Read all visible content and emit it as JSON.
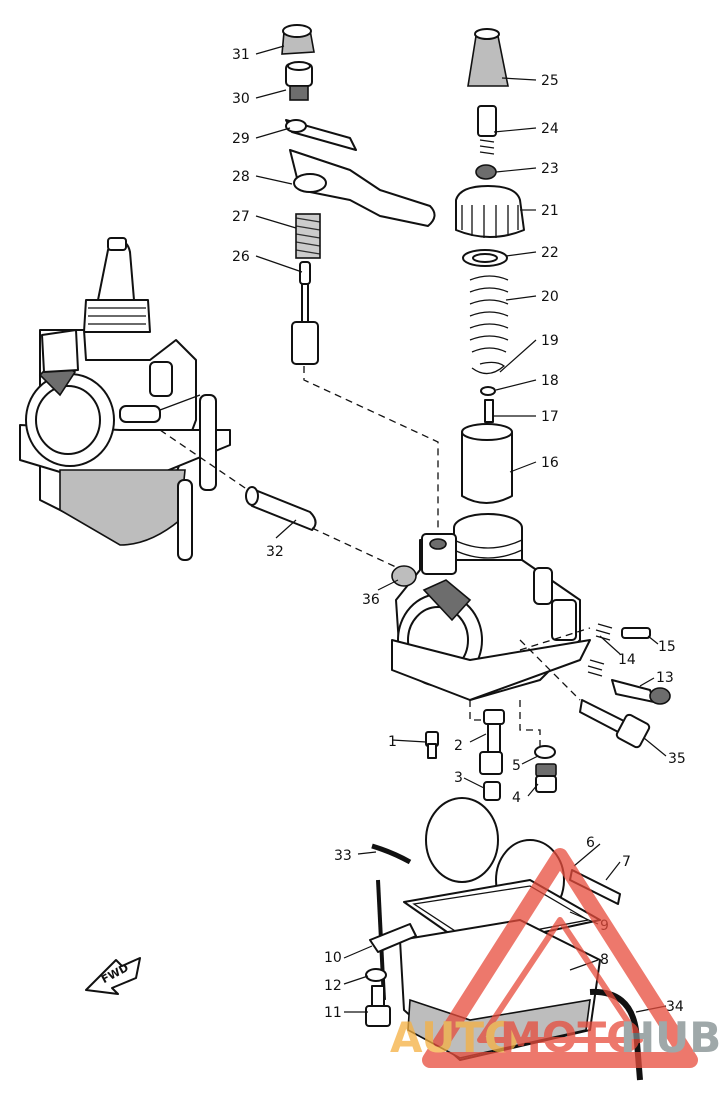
{
  "diagram": {
    "callouts": [
      {
        "id": "31",
        "label": "31"
      },
      {
        "id": "30",
        "label": "30"
      },
      {
        "id": "29",
        "label": "29"
      },
      {
        "id": "28",
        "label": "28"
      },
      {
        "id": "27",
        "label": "27"
      },
      {
        "id": "26",
        "label": "26"
      },
      {
        "id": "25",
        "label": "25"
      },
      {
        "id": "24",
        "label": "24"
      },
      {
        "id": "23",
        "label": "23"
      },
      {
        "id": "21",
        "label": "21"
      },
      {
        "id": "22",
        "label": "22"
      },
      {
        "id": "20",
        "label": "20"
      },
      {
        "id": "19",
        "label": "19"
      },
      {
        "id": "18",
        "label": "18"
      },
      {
        "id": "17",
        "label": "17"
      },
      {
        "id": "16",
        "label": "16"
      },
      {
        "id": "32",
        "label": "32"
      },
      {
        "id": "36",
        "label": "36"
      },
      {
        "id": "15",
        "label": "15"
      },
      {
        "id": "14",
        "label": "14"
      },
      {
        "id": "13",
        "label": "13"
      },
      {
        "id": "1",
        "label": "1"
      },
      {
        "id": "2",
        "label": "2"
      },
      {
        "id": "35",
        "label": "35"
      },
      {
        "id": "5",
        "label": "5"
      },
      {
        "id": "3",
        "label": "3"
      },
      {
        "id": "4",
        "label": "4"
      },
      {
        "id": "33",
        "label": "33"
      },
      {
        "id": "6",
        "label": "6"
      },
      {
        "id": "7",
        "label": "7"
      },
      {
        "id": "9",
        "label": "9"
      },
      {
        "id": "10",
        "label": "10"
      },
      {
        "id": "8",
        "label": "8"
      },
      {
        "id": "12",
        "label": "12"
      },
      {
        "id": "11",
        "label": "11"
      },
      {
        "id": "34",
        "label": "34"
      }
    ],
    "fwd_label": "FWD",
    "watermark": {
      "part1": "AUTO",
      "part2": "MOTO",
      "part3": "HUB",
      "color1": "#f5b041",
      "color2": "#e74c3c",
      "color3": "#7f8c8d"
    }
  }
}
